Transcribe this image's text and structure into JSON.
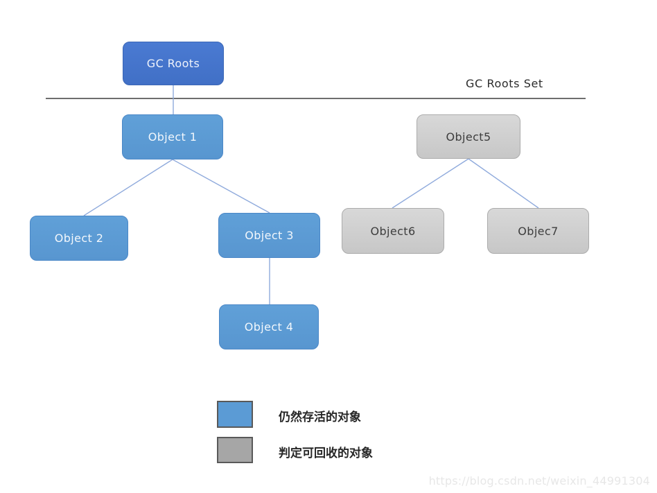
{
  "separator": {
    "label": "GC Roots Set"
  },
  "nodes": [
    {
      "id": "gc-roots",
      "label": "GC Roots",
      "status": "root"
    },
    {
      "id": "object1",
      "label": "Object 1",
      "status": "alive"
    },
    {
      "id": "object2",
      "label": "Object 2",
      "status": "alive"
    },
    {
      "id": "object3",
      "label": "Object 3",
      "status": "alive"
    },
    {
      "id": "object4",
      "label": "Object 4",
      "status": "alive"
    },
    {
      "id": "object5",
      "label": "Object5",
      "status": "recyclable"
    },
    {
      "id": "object6",
      "label": "Object6",
      "status": "recyclable"
    },
    {
      "id": "object7",
      "label": "Objec7",
      "status": "recyclable"
    }
  ],
  "edges": [
    {
      "from": "GC Roots",
      "to": "Object 1"
    },
    {
      "from": "Object 1",
      "to": "Object 2"
    },
    {
      "from": "Object 1",
      "to": "Object 3"
    },
    {
      "from": "Object 3",
      "to": "Object 4"
    },
    {
      "from": "Object5",
      "to": "Object6"
    },
    {
      "from": "Object5",
      "to": "Objec7"
    }
  ],
  "legend": [
    {
      "color": "#5B9BD5",
      "label": "仍然存活的对象"
    },
    {
      "color": "#A6A6A6",
      "label": "判定可回收的对象"
    }
  ],
  "colors": {
    "root_node": "#4472CB",
    "alive_node": "#5B9BD5",
    "recyclable_node": "#CFCFCF",
    "connector": "#8FAADC",
    "separator_line": "#3F3F3F"
  },
  "watermark": "https://blog.csdn.net/weixin_44991304"
}
